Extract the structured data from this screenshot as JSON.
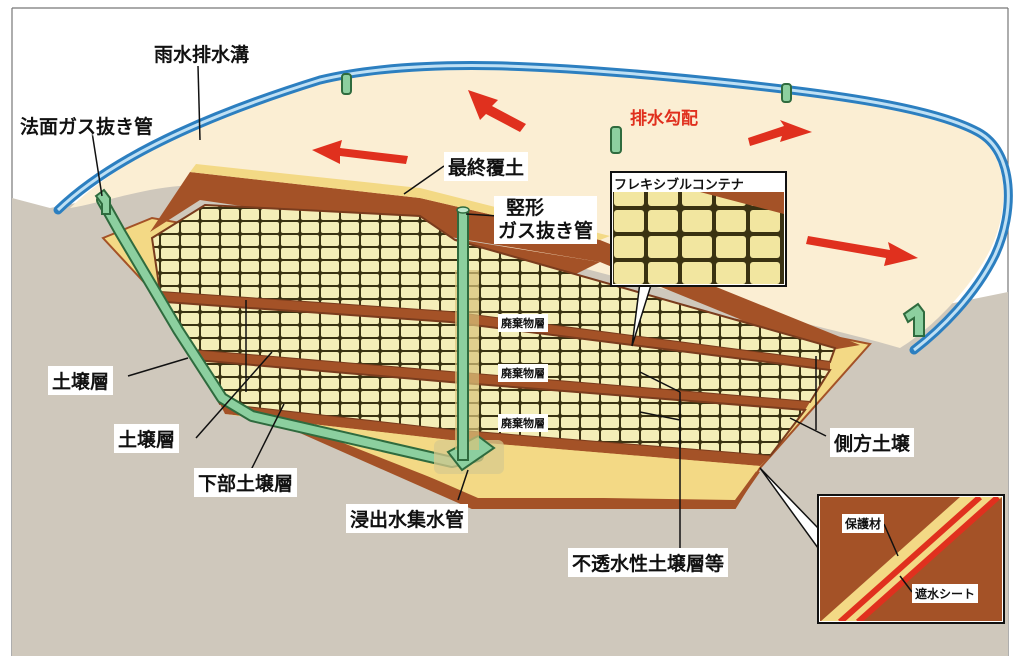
{
  "labels": {
    "rain_ditch": "雨水排水溝",
    "slope_gas_pipe": "法面ガス抜き管",
    "drainage_slope": "排水勾配",
    "final_cover": "最終覆土",
    "vertical_gas_pipe_line1": "竪形",
    "vertical_gas_pipe_line2": "ガス抜き管",
    "flexible_container": "フレキシブルコンテナ",
    "waste_layer": "廃棄物層",
    "soil_layer_outer": "土壌層",
    "soil_layer_inner": "土壌層",
    "lower_soil_layer": "下部土壌層",
    "side_soil": "側方土壌",
    "leachate_pipe": "浸出水集水管",
    "impermeable_layer": "不透水性土壌層等",
    "protective_material": "保護材",
    "water_barrier_sheet": "遮水シート"
  },
  "colors": {
    "ground": "#cfc8bc",
    "cover_surface": "#fbeed3",
    "brown_layer": "#a45227",
    "soil_yellow": "#f3d985",
    "bag_fill": "#f4eeb8",
    "pipe_green": "#8ccf9f",
    "ditch_blue": "#2c7fc0",
    "arrow_red": "#e0301e"
  }
}
